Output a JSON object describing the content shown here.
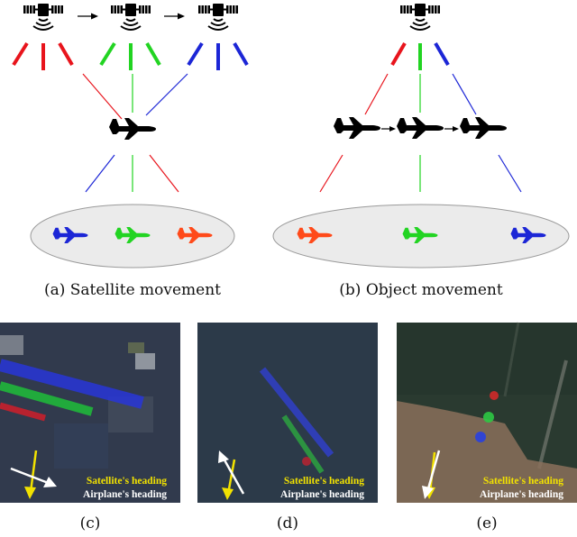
{
  "captions": {
    "a": "(a) Satellite movement",
    "b": "(b) Object movement",
    "c": "(c)",
    "d": "(d)",
    "e": "(e)"
  },
  "legend": {
    "satellite_heading": "Satellite's heading",
    "airplane_heading": "Airplane's heading"
  },
  "colors": {
    "red": "#e8141c",
    "green": "#22d422",
    "blue": "#1c26d6",
    "satellite_arrow": "#f2e200",
    "airplane_arrow": "#ffffff",
    "ellipse_fill": "#ebebeb"
  },
  "icons": [
    "satellite-icon",
    "airplane-icon",
    "arrow-right-icon",
    "heading-arrow-icon"
  ]
}
